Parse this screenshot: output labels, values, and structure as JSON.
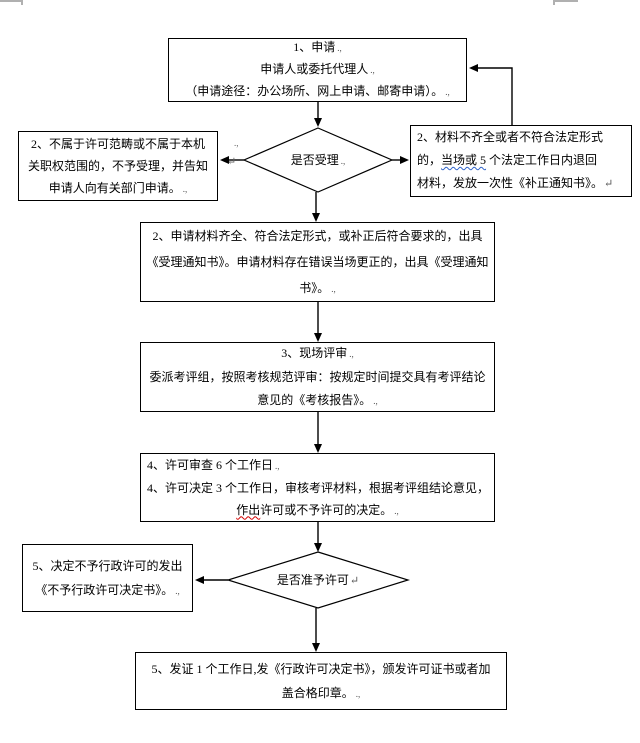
{
  "symbols": {
    "pm": ".,",
    "ret": "↵"
  },
  "colors": {
    "line": "#000000",
    "page_mark": "#b0b0b0",
    "grammar_wavy": "#2e62c9",
    "spelling_wavy": "#d40000"
  },
  "flowchart": {
    "box_apply": {
      "lines": [
        "1、申请",
        "申请人或委托代理人",
        "（申请途径：办公场所、网上申请、邮寄申请）。"
      ]
    },
    "decision_accept": {
      "label": "是否受理"
    },
    "box_reject": {
      "lines": [
        "2、不属于许可范畴或不属于本机",
        "关职权范围的，不予受理，并告知",
        "申请人向有关部门申请。"
      ]
    },
    "box_return": {
      "line1": "2、材料不齐全或者不符合法定形式",
      "line2_pre": "的，",
      "line2_wavy": "当场或 5",
      "line2_post": " 个法定工作日内退回",
      "line3": "材料，发放一次性《补正通知书》。"
    },
    "box_accept": {
      "lines": [
        "2、申请材料齐全、符合法定形式，或补正后符合要求的，出具",
        "《受理通知书》。申请材料存在错误当场更正的，出具《受理通知",
        "书》。"
      ]
    },
    "box_review": {
      "lines": [
        "3、现场评审",
        "委派考评组，按照考核规范评审：按规定时间提交具有考评结论",
        "意见的《考核报告》。"
      ]
    },
    "box_audit": {
      "line1": "4、许可审查 6 个工作日",
      "line2": "4、许可决定 3 个工作日，审核考评材料，根据考评组结论意见，",
      "line3_wavy": "作出",
      "line3_post": "许可或不予许可的决定。"
    },
    "decision_grant": {
      "label": "是否准予许可"
    },
    "box_deny": {
      "lines": [
        "5、决定不予行政许可的发出",
        "《不予行政许可决定书》。"
      ]
    },
    "box_issue": {
      "lines": [
        "5、发证 1 个工作日,发《行政许可决定书》，颁发许可证书或者加",
        "盖合格印章。"
      ]
    }
  }
}
